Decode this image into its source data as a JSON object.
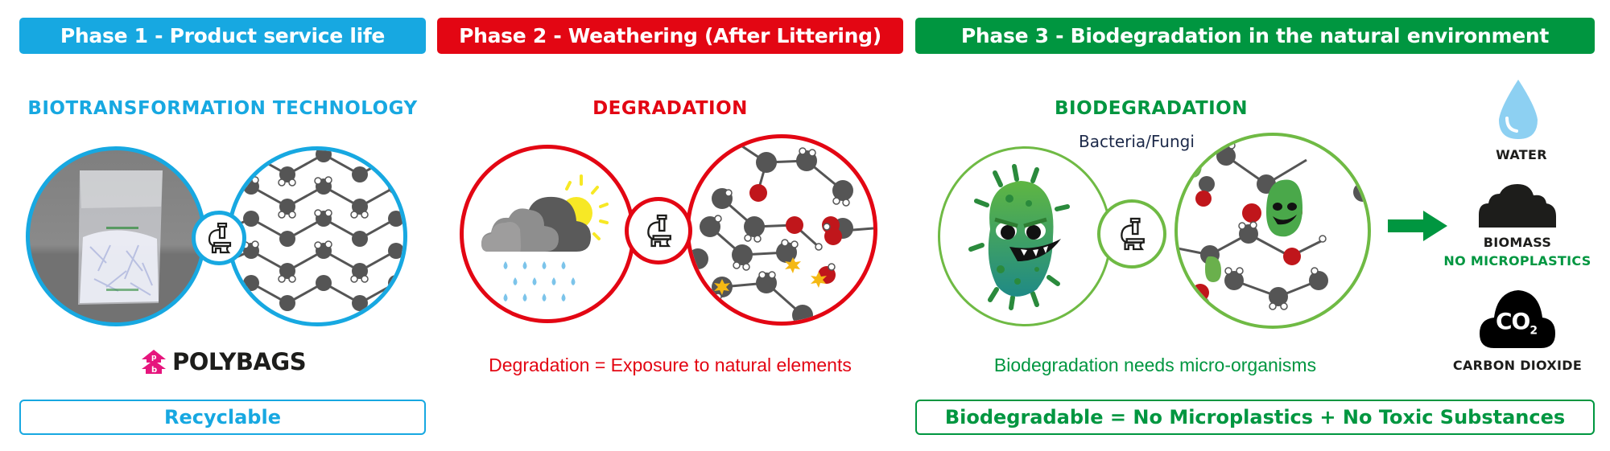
{
  "colors": {
    "phase1": "#17a8e1",
    "phase2": "#e30613",
    "phase3": "#009640",
    "phase3_light": "#6fba44",
    "molecule": "#555555",
    "oxygen": "#c0161b",
    "text_dark": "#1d1d1b"
  },
  "phases": [
    {
      "header": "Phase 1 - Product service life",
      "title": "BIOTRANSFORMATION TECHNOLOGY",
      "left_image": "plastic-bag-photo",
      "right_image": "polymer-chain-molecules",
      "connector_icon": "microscope-icon",
      "brand_logo": "POLYBAGS",
      "footer_box": "Recyclable"
    },
    {
      "header": "Phase 2 - Weathering (After Littering)",
      "title": "DEGRADATION",
      "left_image": "rain-cloud-sun",
      "right_image": "broken-polymer-molecules",
      "connector_icon": "microscope-icon",
      "caption": "Degradation = Exposure to natural elements"
    },
    {
      "header": "Phase 3 - Biodegradation in the natural environment",
      "title": "BIODEGRADATION",
      "subtitle": "Bacteria/Fungi",
      "left_image": "bacteria-character",
      "right_image": "bacteria-eating-molecules",
      "connector_icon": "microscope-icon",
      "caption": "Biodegradation needs micro-organisms",
      "footer_box": "Biodegradable = No Microplastics + No Toxic Substances"
    }
  ],
  "outputs": {
    "arrow": "right-arrow-icon",
    "items": [
      {
        "icon": "water-drop-icon",
        "label": "WATER"
      },
      {
        "icon": "biomass-icon",
        "label": "BIOMASS",
        "sublabel": "NO MICROPLASTICS"
      },
      {
        "icon": "co2-cloud-icon",
        "label": "CARBON DIOXIDE",
        "icon_text": "CO",
        "icon_sub": "2"
      }
    ]
  }
}
